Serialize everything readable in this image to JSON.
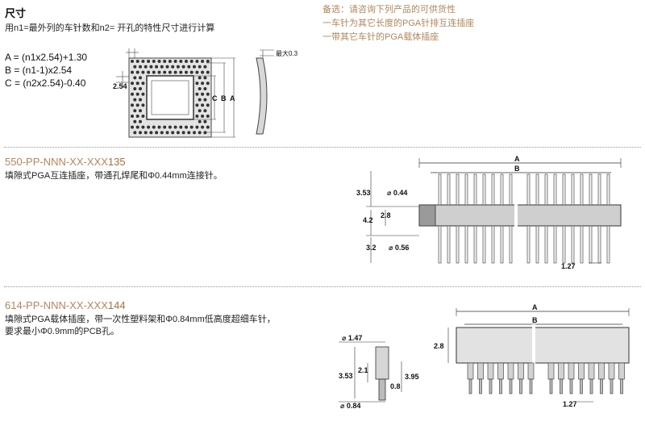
{
  "dimensions": {
    "title": "尺寸",
    "description": "用n1=最外列的车针数和n2= 开孔的特性尺寸进行计算",
    "formulas": [
      "A = (n1x2.54)+1.30",
      "B = (n1-1)x2.54",
      "C = (n2x2.54)-0.40"
    ],
    "grid_labels": {
      "pitch": "2.54",
      "c": "C",
      "b": "B",
      "a": "A"
    },
    "side_label": "最大0.3"
  },
  "options": {
    "heading": "备选：请咨询下列产品的可供货性",
    "lines": [
      "一车针为其它长度的PGA针排互连插座",
      "一带其它车针的PGA载体插座"
    ]
  },
  "product1": {
    "part_prefix": "550-PP-NNN-XX-XXX",
    "part_suffix": "135",
    "description": "填隙式PGA互连插座，带通孔焊尾和Φ0.44mm连接针。",
    "labels": {
      "a": "A",
      "b": "B",
      "d353": "3.53",
      "d044": "⌀ 0.44",
      "d42": "4.2",
      "d28": "2.8",
      "d32": "3.2",
      "d056": "⌀ 0.56",
      "d127": "1.27"
    }
  },
  "product2": {
    "part_prefix": "614-PP-NNN-XX-XXX",
    "part_suffix": "144",
    "description_lines": [
      "填隙式PGA载体插座，带一次性塑料架和Φ0.84mm低高度超细车针，",
      "要求最小Φ0.9mm的PCB孔。"
    ],
    "labels": {
      "d147": "⌀ 1.47",
      "d353": "3.53",
      "d21": "2.1",
      "d395": "3.95",
      "d08": "0.8",
      "d084": "⌀ 0.84",
      "a": "A",
      "b": "B",
      "d28": "2.8",
      "d127": "1.27"
    }
  }
}
